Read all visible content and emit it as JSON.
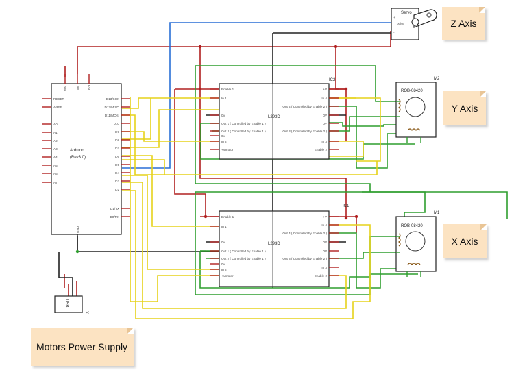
{
  "colors": {
    "power": "#b02020",
    "ground": "#222222",
    "motor_y": "#2e9e2e",
    "signal": "#e6d21a",
    "servo_signal": "#2a6fd6",
    "note": "#fce3c2"
  },
  "arduino": {
    "name": "Arduino",
    "rev": "(Rev3.0)",
    "top_pins": [
      "VIN",
      "5V",
      "3V3"
    ],
    "left_pins": [
      "RESET",
      "AREF",
      "A0",
      "A1",
      "A2",
      "A3",
      "A4",
      "A5",
      "A6",
      "A7"
    ],
    "right_pins": [
      "D13/SCK",
      "D12/MISO",
      "D11/MOSI",
      "D10",
      "D9",
      "D8",
      "D7",
      "D6",
      "D5",
      "D4",
      "D3",
      "D2",
      "D1/TX",
      "D0/RX"
    ],
    "bottom_pin": "GND"
  },
  "ic2": {
    "ref": "IC2",
    "part": "L293D",
    "left_pins": [
      "Enable 1",
      "In 1",
      "0V",
      "Out 1 ( Controlled by Enable 1 )",
      "Out 2 ( Controlled by Enable 1 )",
      "0V",
      "In 2",
      "+Vmotor"
    ],
    "right_pins": [
      "+V",
      "In 4",
      "Out 4 ( Controlled by Enable 2 )",
      "0V",
      "0V",
      "Out 3 ( Controlled by Enable 2 )",
      "In 3",
      "Enable 2"
    ]
  },
  "ic1": {
    "ref": "IC1",
    "part": "L293D",
    "left_pins": [
      "Enable 1",
      "In 1",
      "0V",
      "Out 1 ( Controlled by Enable 1 )",
      "Out 2 ( Controlled by Enable 1 )",
      "0V",
      "In 2",
      "+Vmotor"
    ],
    "right_pins": [
      "+V",
      "In 4",
      "Out 4 ( Controlled by Enable 2 )",
      "0V",
      "0V",
      "Out 3 ( Controlled by Enable 2 )",
      "In 3",
      "Enable 2"
    ]
  },
  "motor_m2": {
    "ref": "M2",
    "part": "ROB-08420"
  },
  "motor_m1": {
    "ref": "M1",
    "part": "ROB-08420"
  },
  "servo": {
    "title": "Servo",
    "pin_label": "pulse",
    "pins": [
      "+",
      "pulse",
      "-"
    ]
  },
  "usb": {
    "label": "USB",
    "ref": "X1"
  },
  "notes": {
    "z_axis": "Z Axis",
    "y_axis": "Y Axis",
    "x_axis": "X Axis",
    "power_supply": "Motors Power Supply"
  }
}
